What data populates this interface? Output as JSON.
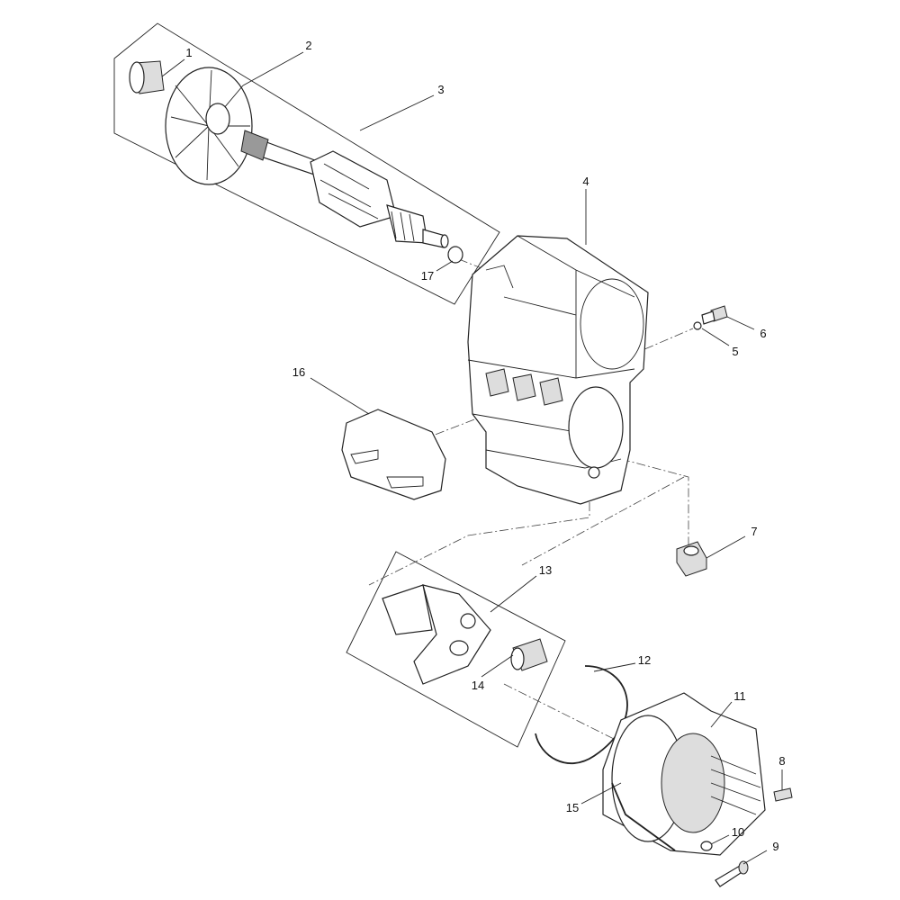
{
  "diagram": {
    "type": "exploded-parts-diagram",
    "callouts": [
      {
        "id": "1",
        "label": "1"
      },
      {
        "id": "2",
        "label": "2"
      },
      {
        "id": "3",
        "label": "3"
      },
      {
        "id": "4",
        "label": "4"
      },
      {
        "id": "5",
        "label": "5"
      },
      {
        "id": "6",
        "label": "6"
      },
      {
        "id": "7",
        "label": "7"
      },
      {
        "id": "8",
        "label": "8"
      },
      {
        "id": "9",
        "label": "9"
      },
      {
        "id": "10",
        "label": "10"
      },
      {
        "id": "11",
        "label": "11"
      },
      {
        "id": "12",
        "label": "12"
      },
      {
        "id": "13",
        "label": "13"
      },
      {
        "id": "14",
        "label": "14"
      },
      {
        "id": "15",
        "label": "15"
      },
      {
        "id": "16",
        "label": "16"
      },
      {
        "id": "17",
        "label": "17"
      }
    ]
  }
}
